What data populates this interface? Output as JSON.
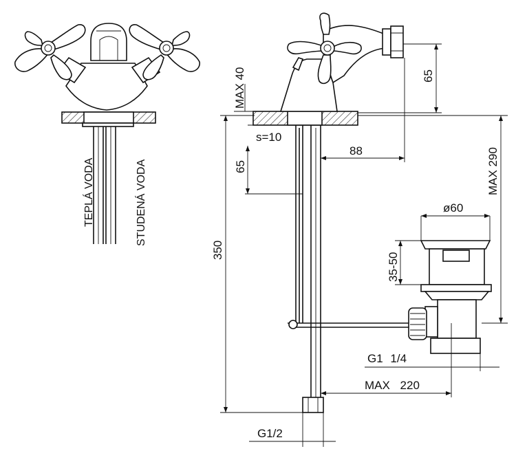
{
  "labels": {
    "hot_water": "TEPLÁ VODA",
    "cold_water": "STUDENÁ VODA",
    "max_40": "MAX 40",
    "dim_65_top": "65",
    "s_10": "s=10",
    "dim_65_left": "65",
    "dim_88": "88",
    "max_290": "MAX 290",
    "dim_350": "350",
    "dia_60": "ø60",
    "dim_35_50": "35-50",
    "g1_1_4": "G1 1/4",
    "max_220": "MAX 220",
    "g1_2": "G1/2"
  }
}
